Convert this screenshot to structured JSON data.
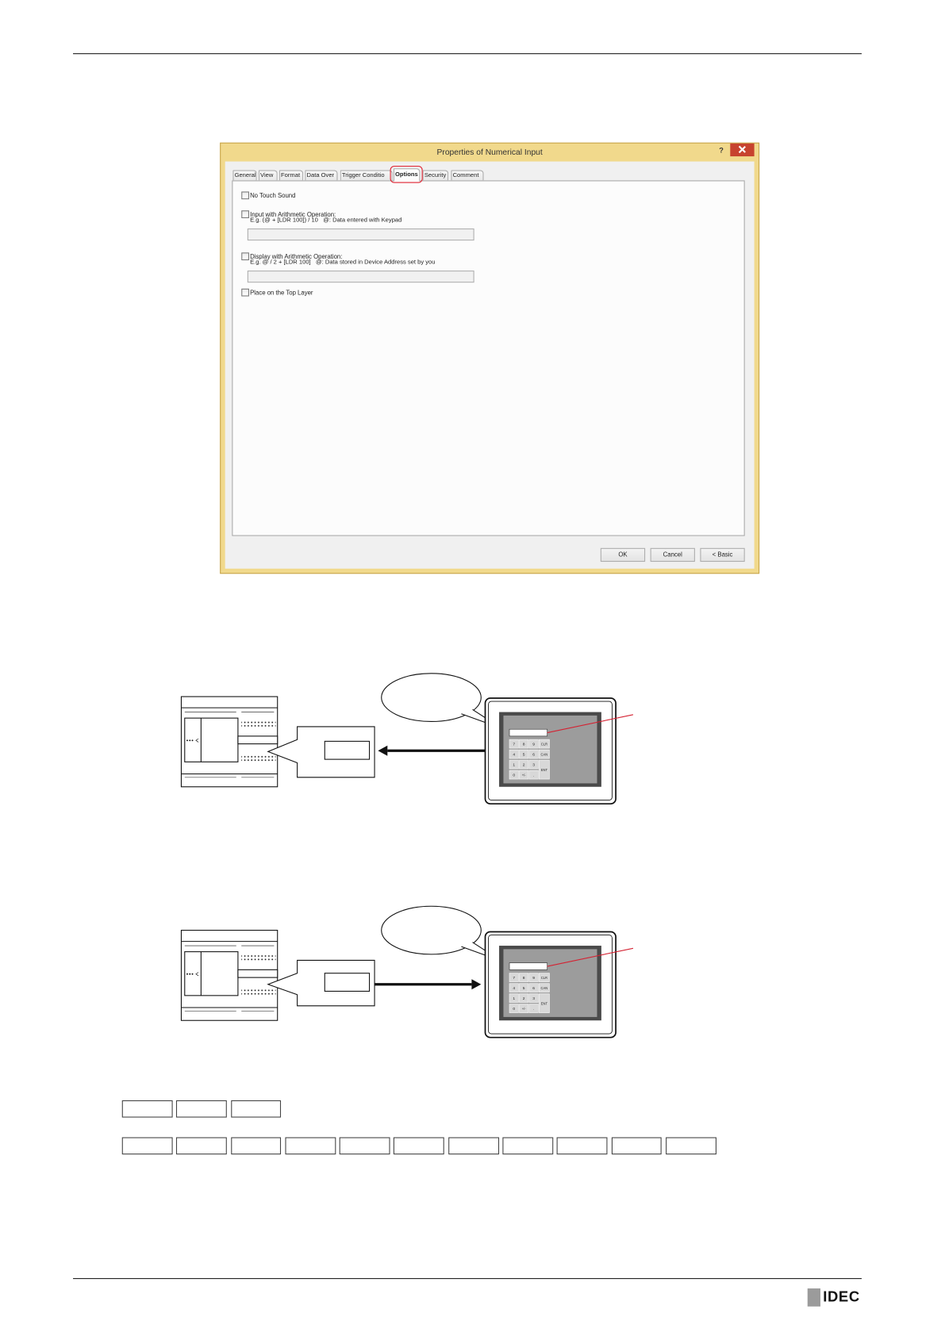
{
  "dialog": {
    "title": "Properties of Numerical Input",
    "help_label": "?",
    "tabs": [
      {
        "label": "General"
      },
      {
        "label": "View"
      },
      {
        "label": "Format"
      },
      {
        "label": "Data Over"
      },
      {
        "label": "Trigger Conditio"
      },
      {
        "label": "Options",
        "selected": true
      },
      {
        "label": "Security"
      },
      {
        "label": "Comment"
      }
    ],
    "options": {
      "no_touch_sound": {
        "label": "No Touch Sound",
        "checked": false
      },
      "input_arithmetic": {
        "label": "Input with Arithmetic Operation:",
        "example": "E.g. (@ + [LDR 100]) / 10   @: Data entered with Keypad",
        "value": "",
        "checked": false
      },
      "display_arithmetic": {
        "label": "Display with Arithmetic Operation:",
        "example": "E.g. @ / 2 + [LDR 100]   @: Data stored in Device Address set by you",
        "value": "",
        "checked": false
      },
      "top_layer": {
        "label": "Place on the Top Layer",
        "checked": false
      }
    },
    "buttons": {
      "ok": "OK",
      "cancel": "Cancel",
      "basic": "< Basic"
    }
  },
  "diagrams": [
    {
      "arrow_direction": "left"
    },
    {
      "arrow_direction": "right"
    }
  ],
  "keypad": {
    "keys": [
      "7",
      "8",
      "9",
      "CLR",
      "4",
      "5",
      "6",
      "CAN",
      "1",
      "2",
      "3",
      "ENT",
      "0",
      "+/-",
      "."
    ]
  },
  "icons": {
    "help": "question-icon",
    "close": "close-icon",
    "checkbox": "checkbox-icon"
  },
  "colors": {
    "dialog_frame": "#f1d98c",
    "close_button": "#c7432e",
    "tab_highlight": "#e0212f",
    "callout_line": "#d42232",
    "screen_bezel": "#4a4a4a",
    "screen": "#9c9c9c",
    "logo_block": "#9b9b9b"
  },
  "logo": {
    "text": "IDEC"
  }
}
